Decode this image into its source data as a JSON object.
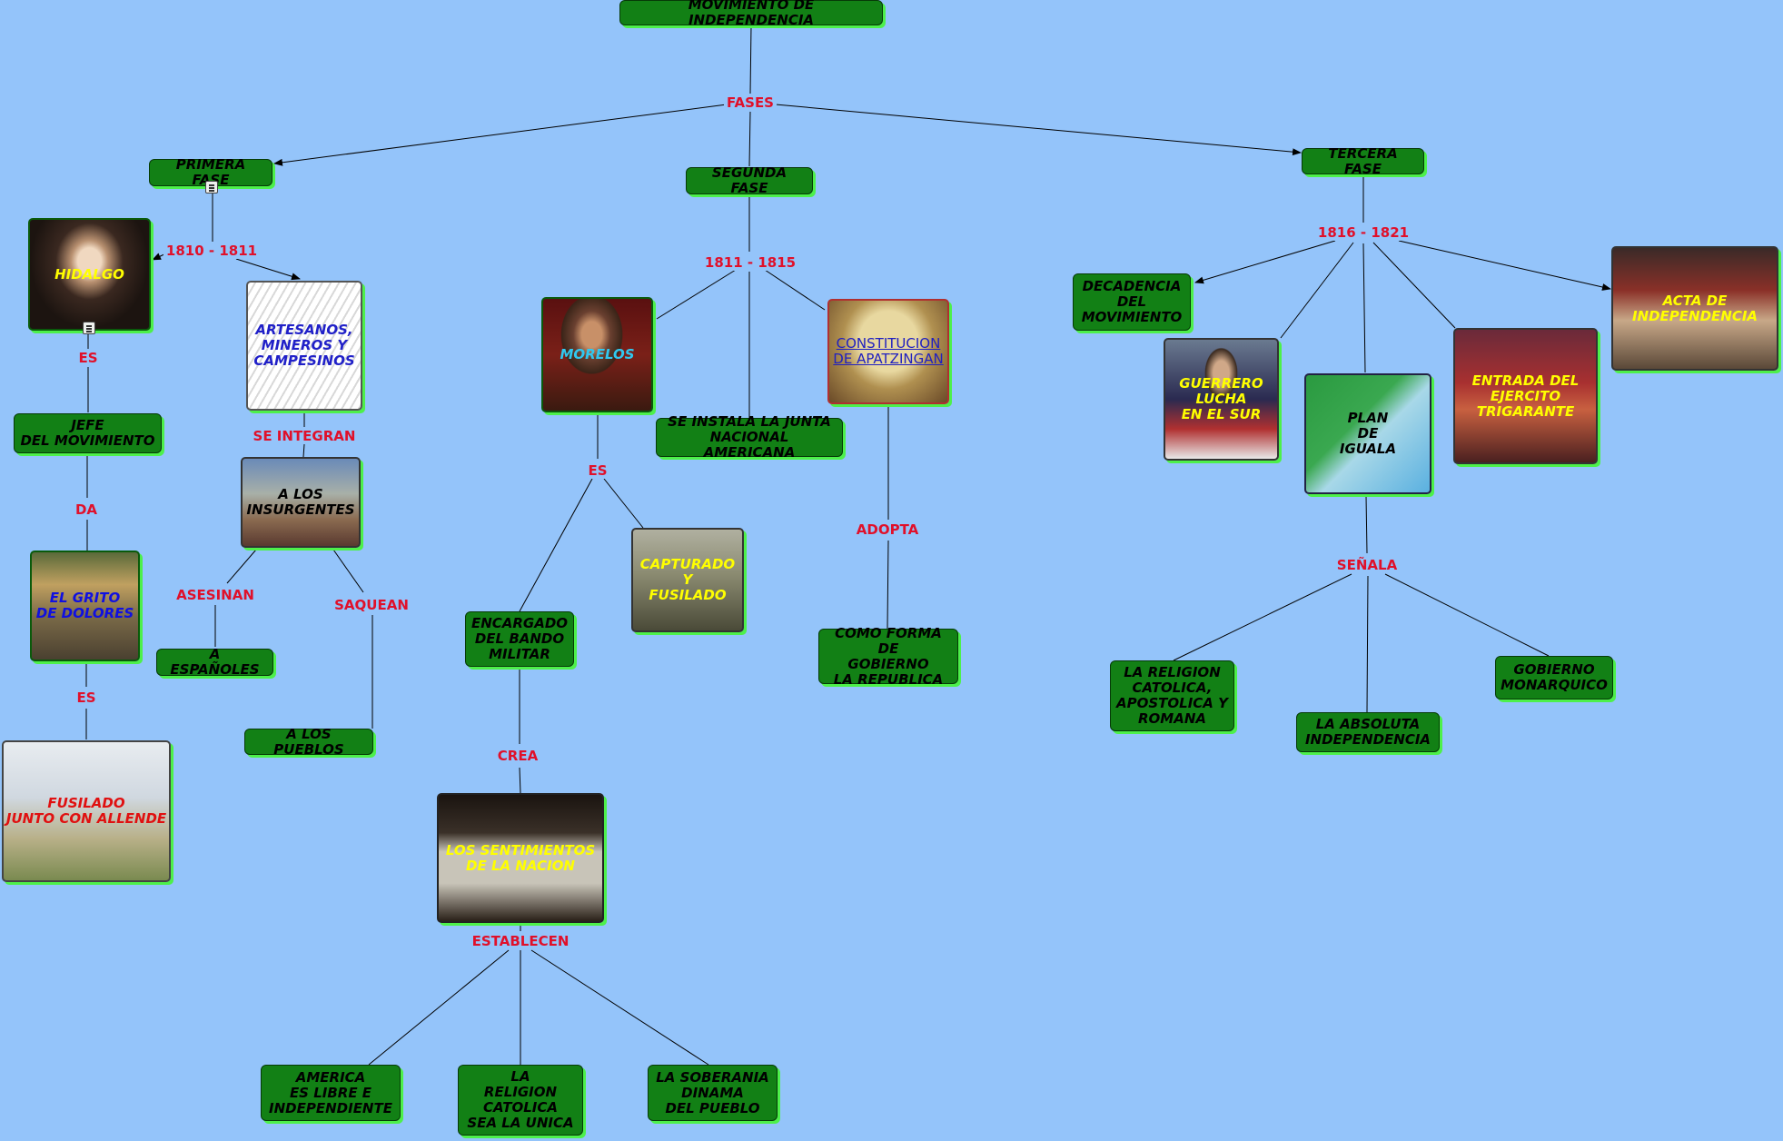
{
  "nodes": {
    "root": "MOVIMIENTO DE INDEPENDENCIA",
    "primera_fase": "PRIMERA FASE",
    "segunda_fase": "SEGUNDA FASE",
    "tercera_fase": "TERCERA FASE",
    "hidalgo": "HIDALGO",
    "jefe": "JEFE\nDEL MOVIMIENTO",
    "grito": "EL GRITO\nDE DOLORES",
    "fusilado_allende": "FUSILADO\nJUNTO CON ALLENDE",
    "artesanos": "ARTESANOS,\nMINEROS Y\nCAMPESINOS",
    "insurgentes": "A LOS\nINSURGENTES",
    "espanoles": "A ESPAÑOLES",
    "pueblos": "A LOS PUEBLOS",
    "morelos": "MORELOS",
    "junta": "SE INSTALA LA JUNTA\nNACIONAL AMERICANA",
    "constitucion": "CONSTITUCION\nDE APATZINGAN",
    "capturado": "CAPTURADO\nY\nFUSILADO",
    "encargado": "ENCARGADO\nDEL BANDO\nMILITAR",
    "sentimientos": "LOS SENTIMIENTOS\nDE LA NACION",
    "america": "AMERICA\nES LIBRE E\nINDEPENDIENTE",
    "religion_unica": "LA\nRELIGION\nCATOLICA\nSEA LA UNICA",
    "soberania": "LA SOBERANIA\nDINAMA\nDEL PUEBLO",
    "republica": "COMO FORMA DE\nGOBIERNO\nLA REPUBLICA",
    "decadencia": "DECADENCIA\nDEL\nMOVIMIENTO",
    "guerrero": "GUERRERO\nLUCHA\nEN EL SUR",
    "iguala": "PLAN\nDE\nIGUALA",
    "trigarante": "ENTRADA DEL\nEJERCITO\nTRIGARANTE",
    "acta": "ACTA DE\nINDEPENDENCIA",
    "religion_apostolica": "LA RELIGION\nCATOLICA,\nAPOSTOLICA Y\nROMANA",
    "absoluta": "LA ABSOLUTA\nINDEPENDENCIA",
    "monarquico": "GOBIERNO\nMONARQUICO"
  },
  "links": {
    "fases": "FASES",
    "y1810": "1810 - 1811",
    "y1811": "1811 - 1815",
    "y1816": "1816 - 1821",
    "es_hidalgo": "ES",
    "da": "DA",
    "es_grito": "ES",
    "se_integran": "SE INTEGRAN",
    "asesinan": "ASESINAN",
    "saquean": "SAQUEAN",
    "es_morelos": "ES",
    "adopta": "ADOPTA",
    "crea": "CREA",
    "establecen": "ESTABLECEN",
    "senala": "SEÑALA"
  },
  "colors": {
    "background": "#94c4fa",
    "node_fill": "#128015",
    "node_shadow": "#4df04a",
    "link_label": "#e0102a"
  }
}
